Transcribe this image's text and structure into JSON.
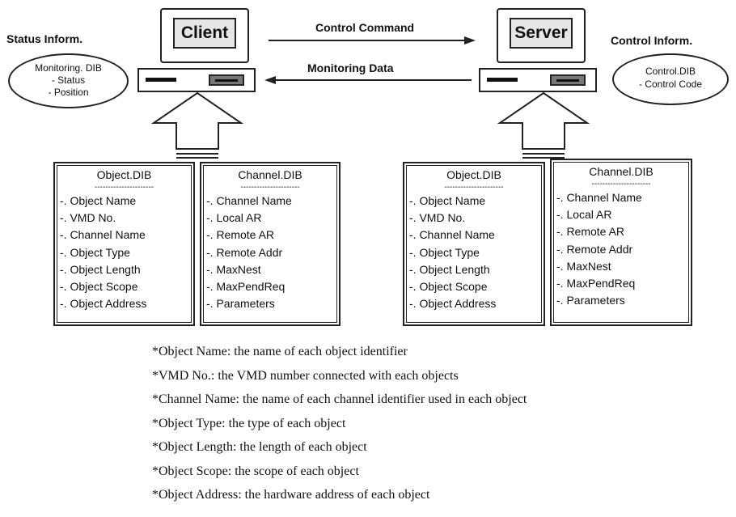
{
  "client": {
    "screen_label": "Client",
    "status_title": "Status Inform.",
    "ellipse_lines": [
      "Monitoring. DIB",
      "- Status",
      "- Position"
    ]
  },
  "server": {
    "screen_label": "Server",
    "control_title": "Control Inform.",
    "ellipse_lines": [
      "Control.DIB",
      "- Control Code"
    ]
  },
  "arrows": {
    "to_server": "Control Command",
    "to_client": "Monitoring Data"
  },
  "tables": {
    "object_dib": {
      "title": "Object.DIB",
      "separator": "----------------------",
      "items": [
        "-. Object Name",
        "-. VMD No.",
        "-. Channel Name",
        "-. Object Type",
        "-. Object Length",
        "-. Object Scope",
        "-. Object Address"
      ]
    },
    "channel_dib": {
      "title": "Channel.DIB",
      "separator": "----------------------",
      "items": [
        "-. Channel Name",
        "-. Local AR",
        "-. Remote AR",
        "-. Remote Addr",
        "-. MaxNest",
        "-. MaxPendReq",
        "-. Parameters"
      ]
    }
  },
  "notes": [
    "*Object Name: the name of each object identifier",
    "*VMD No.: the VMD number connected with each objects",
    "*Channel Name: the name of each channel identifier used in each object",
    "*Object Type: the type of each object",
    "*Object Length: the length of each object",
    "*Object Scope: the scope of each object",
    "*Object Address: the hardware address of each object"
  ]
}
